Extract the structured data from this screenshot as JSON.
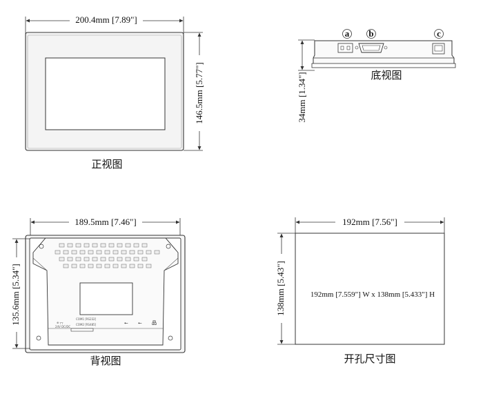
{
  "front_view": {
    "caption": "正视图",
    "width_label": "200.4mm [7.89\"]",
    "height_label": "146.5mm [5.77\"]"
  },
  "bottom_view": {
    "caption": "底视图",
    "depth_label": "34mm [1.34\"]",
    "port_a": "a",
    "port_b": "b",
    "port_c": "c"
  },
  "back_view": {
    "caption": "背视图",
    "width_label": "189.5mm [7.46\"]",
    "height_label": "135.6mm [5.34\"]",
    "port_text_1": "COM1 [RS232]",
    "port_text_2": "COM2 [RS485]",
    "power_text": "24V  DC/DC"
  },
  "cutout_view": {
    "caption": "开孔尺寸图",
    "width_label": "192mm [7.56\"]",
    "height_label": "138mm [5.43\"]",
    "spec_text": "192mm [7.559\"] W x 138mm [5.433\"] H"
  },
  "colors": {
    "line": "#333333",
    "bezel": "#f4f4f4",
    "screen": "#ffffff",
    "vent": "#eeeeee"
  }
}
